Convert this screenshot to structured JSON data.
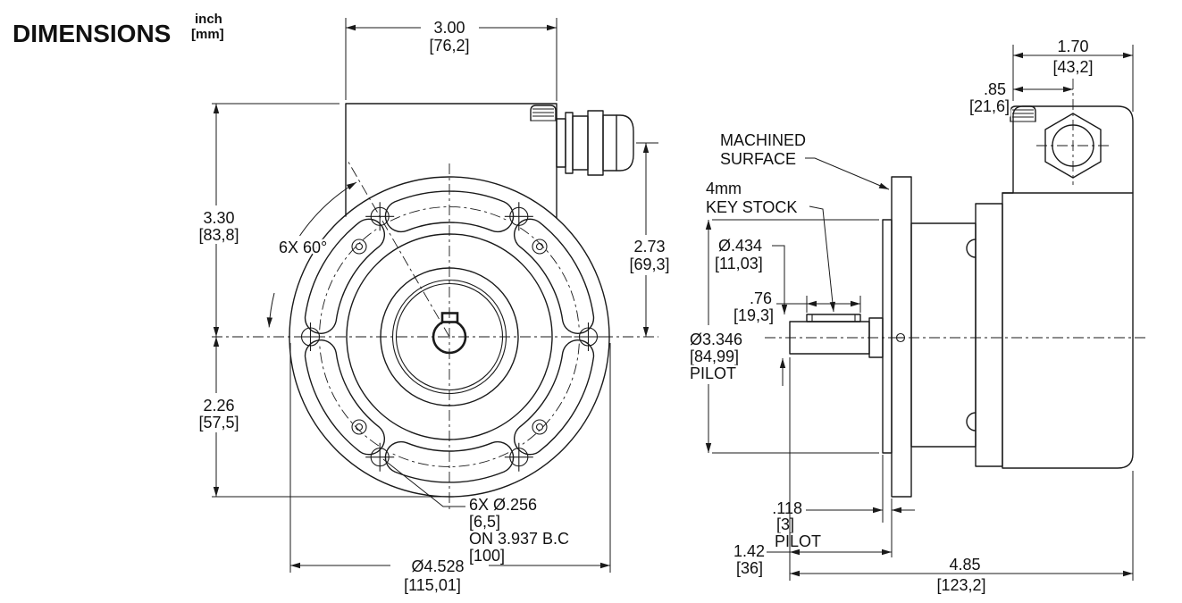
{
  "header": {
    "title": "DIMENSIONS",
    "unit_primary": "inch",
    "unit_secondary": "[mm]"
  },
  "front_view": {
    "dim_width_in": "3.00",
    "dim_width_mm": "[76,2]",
    "dim_upper_in": "3.30",
    "dim_upper_mm": "[83,8]",
    "dim_lower_in": "2.26",
    "dim_lower_mm": "[57,5]",
    "dim_conn_in": "2.73",
    "dim_conn_mm": "[69,3]",
    "bolt_angle": "6X 60°",
    "bolt_note_1": "6X Ø.256",
    "bolt_note_2": "[6,5]",
    "bolt_note_3": "ON 3.937 B.C",
    "bolt_note_4": "[100]",
    "dim_flange_in": "Ø4.528",
    "dim_flange_mm": "[115,01]"
  },
  "side_view": {
    "label_machined_1": "MACHINED",
    "label_machined_2": "SURFACE",
    "label_key_1": "4mm",
    "label_key_2": "KEY STOCK",
    "dim_shaft_dia_in": "Ø.434",
    "dim_shaft_dia_mm": "[11,03]",
    "dim_key_len_in": ".76",
    "dim_key_len_mm": "[19,3]",
    "dim_pilot_dia_1": "Ø3.346",
    "dim_pilot_dia_2": "[84,99]",
    "dim_pilot_dia_3": "PILOT",
    "dim_pilot_depth_1": ".118",
    "dim_pilot_depth_2": "[3]",
    "dim_pilot_depth_3": "PILOT",
    "dim_shaft_len_in": "1.42",
    "dim_shaft_len_mm": "[36]",
    "dim_total_in": "4.85",
    "dim_total_mm": "[123,2]",
    "dim_body_in": "1.70",
    "dim_body_mm": "[43,2]",
    "dim_gland_in": ".85",
    "dim_gland_mm": "[21,6]"
  }
}
